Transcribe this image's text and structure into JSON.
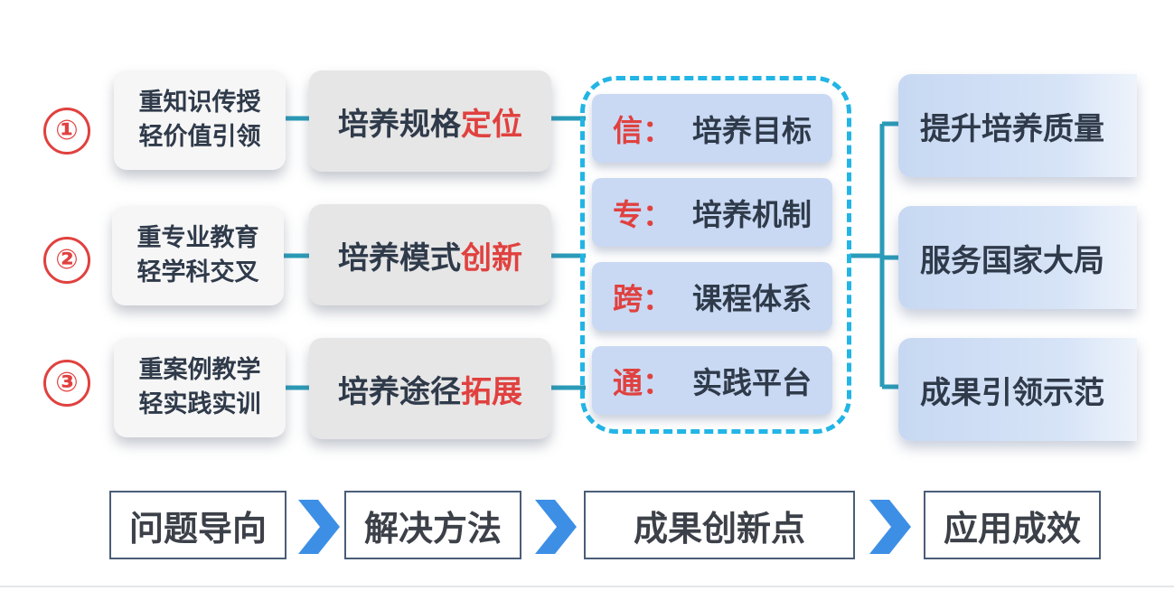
{
  "rows": [
    {
      "number": "①",
      "problem_line1": "重知识传授",
      "problem_line2": "轻价值引领",
      "method_prefix": "培养规格",
      "method_highlight": "定位"
    },
    {
      "number": "②",
      "problem_line1": "重专业教育",
      "problem_line2": "轻学科交叉",
      "method_prefix": "培养模式",
      "method_highlight": "创新"
    },
    {
      "number": "③",
      "problem_line1": "重案例教学",
      "problem_line2": "轻实践实训",
      "method_prefix": "培养途径",
      "method_highlight": "拓展"
    }
  ],
  "innovations": [
    {
      "key": "信",
      "sep": "：",
      "text": "培养目标"
    },
    {
      "key": "专",
      "sep": "：",
      "text": "培养机制"
    },
    {
      "key": "跨",
      "sep": "：",
      "text": "课程体系"
    },
    {
      "key": "通",
      "sep": "：",
      "text": "实践平台"
    }
  ],
  "outcomes": [
    "提升培养质量",
    "服务国家大局",
    "成果引领示范"
  ],
  "stages": [
    "问题导向",
    "解决方法",
    "成果创新点",
    "应用成效"
  ],
  "colors": {
    "accent_red": "#e0413f",
    "connector_teal": "#2a9bb8",
    "dash_blue": "#22b5e6",
    "chevron_blue": "#3d8fe6"
  }
}
